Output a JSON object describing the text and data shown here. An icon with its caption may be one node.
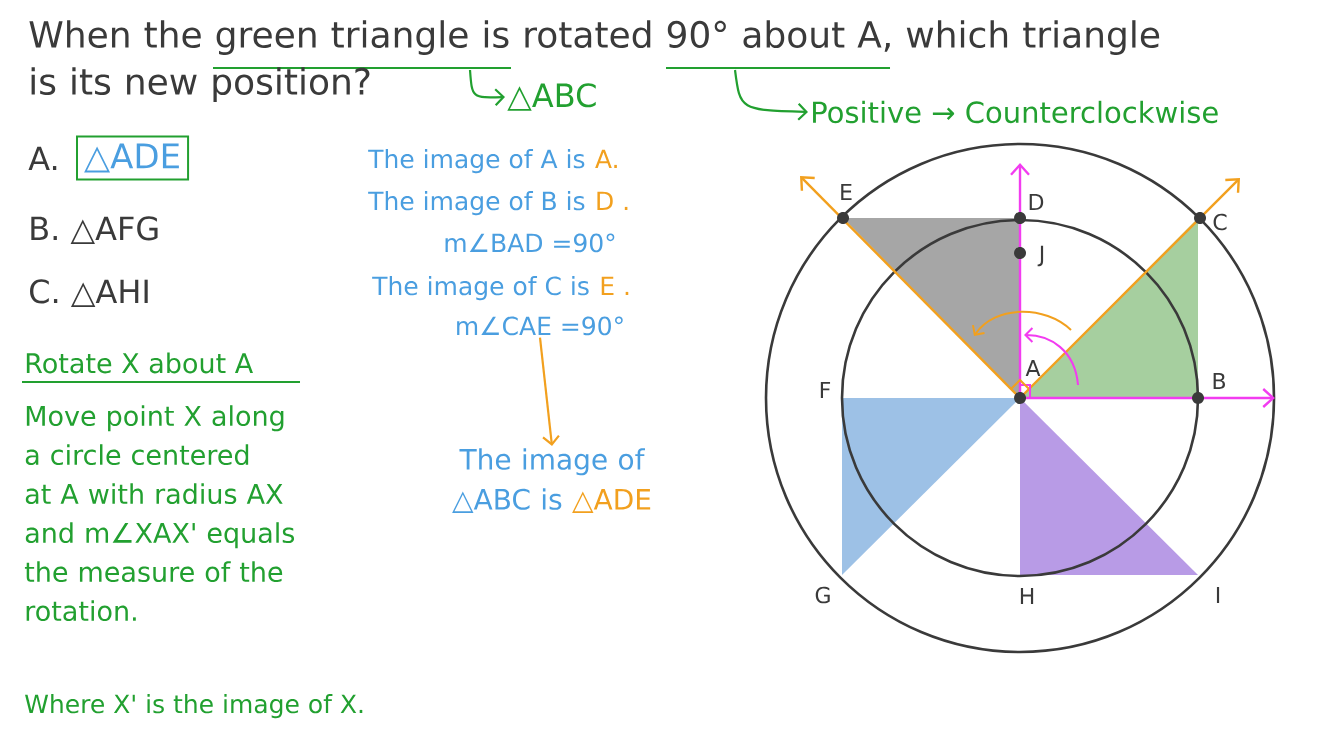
{
  "diagram": {
    "title": "When the green triangle is rotated 90° about A, which triangle is its new position?",
    "nodes": [
      {
        "text": [
          "△ABC"
        ]
      },
      {
        "text": [
          "Positive → Counterclockwise"
        ]
      },
      {
        "text": [
          "△ADE"
        ],
        "beside": [
          "A."
        ]
      },
      {
        "text": [
          "m∠CAE =90°"
        ]
      },
      {
        "text": [
          "The image of △ABC is",
          "△ADE"
        ]
      }
    ],
    "edges": [
      {
        "from": null,
        "to": 0,
        "arrow": "to",
        "color": "#22a030"
      },
      {
        "from": null,
        "to": 1,
        "arrow": "to",
        "color": "#22a030"
      },
      {
        "from": 3,
        "to": 4,
        "arrow": "to",
        "color": "#f2a01e"
      }
    ],
    "labels": [
      "B. △AFG",
      "C. △AHI",
      "The image of A is",
      "A.",
      "The image of B is",
      "D .",
      "m∠BAD =90°",
      "The image of C is",
      "E .",
      "Rotate X about A",
      "Move point X along a circle centered at A with radius AX and m∠XAX' equals the measure of the rotation.",
      "Where X' is the image of X.",
      "E",
      "D",
      "C",
      "J",
      "A",
      "F",
      "B",
      "G",
      "H",
      "I"
    ]
  }
}
